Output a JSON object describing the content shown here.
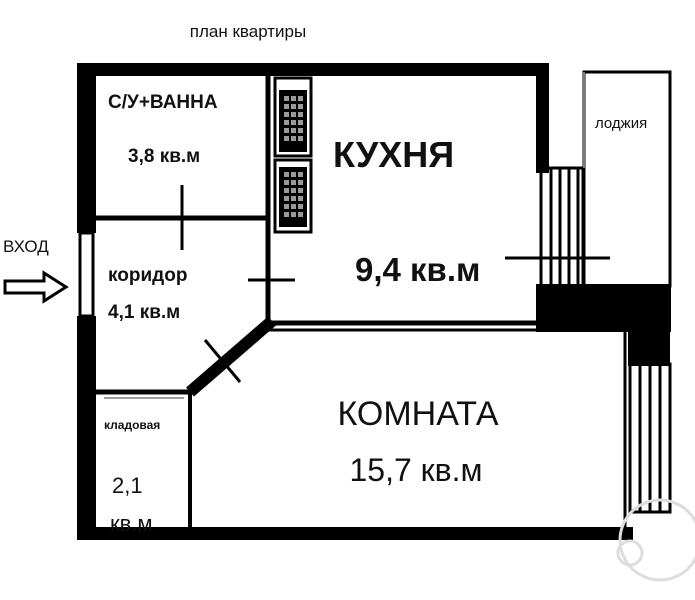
{
  "title": "план квартиры",
  "entrance_label": "ВХОД",
  "rooms": {
    "bathroom": {
      "name": "С/У+ВАННА",
      "area": "3,8 кв.м"
    },
    "kitchen": {
      "name": "КУХНЯ",
      "area": "9,4 кв.м"
    },
    "corridor": {
      "name": "коридор",
      "area": "4,1 кв.м"
    },
    "storage": {
      "name": "кладовая",
      "area_line1": "2,1",
      "area_line2": "кв.м"
    },
    "room": {
      "name": "КОМНАТА",
      "area": "15,7 кв.м"
    },
    "loggia": {
      "name": "лоджия"
    }
  },
  "colors": {
    "wall": "#000000",
    "light_wall": "#7a7a7a",
    "background": "#ffffff"
  }
}
